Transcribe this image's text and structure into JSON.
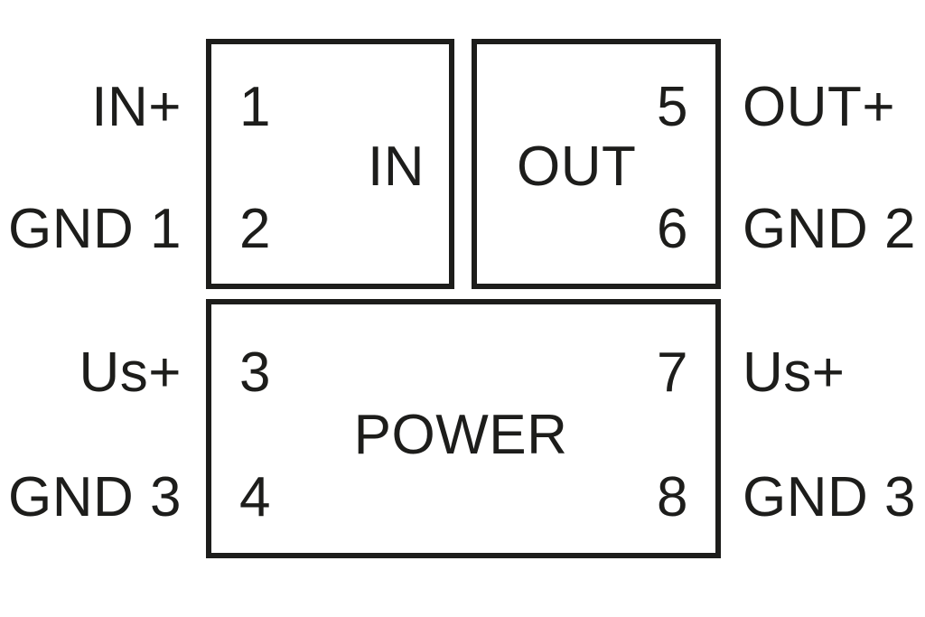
{
  "diagram": {
    "type": "pinout-connection-diagram",
    "colors": {
      "ink": "#1d1d1b",
      "background": "#ffffff"
    },
    "blocks": {
      "in": {
        "label": "IN"
      },
      "out": {
        "label": "OUT"
      },
      "power": {
        "label": "POWER"
      }
    },
    "pins": {
      "p1": {
        "number": "1",
        "label": "IN+",
        "block": "in",
        "side": "left"
      },
      "p2": {
        "number": "2",
        "label": "GND 1",
        "block": "in",
        "side": "left"
      },
      "p3": {
        "number": "3",
        "label": "Us+",
        "block": "power",
        "side": "left"
      },
      "p4": {
        "number": "4",
        "label": "GND 3",
        "block": "power",
        "side": "left"
      },
      "p5": {
        "number": "5",
        "label": "OUT+",
        "block": "out",
        "side": "right"
      },
      "p6": {
        "number": "6",
        "label": "GND 2",
        "block": "out",
        "side": "right"
      },
      "p7": {
        "number": "7",
        "label": "Us+",
        "block": "power",
        "side": "right"
      },
      "p8": {
        "number": "8",
        "label": "GND 3",
        "block": "power",
        "side": "right"
      }
    }
  }
}
